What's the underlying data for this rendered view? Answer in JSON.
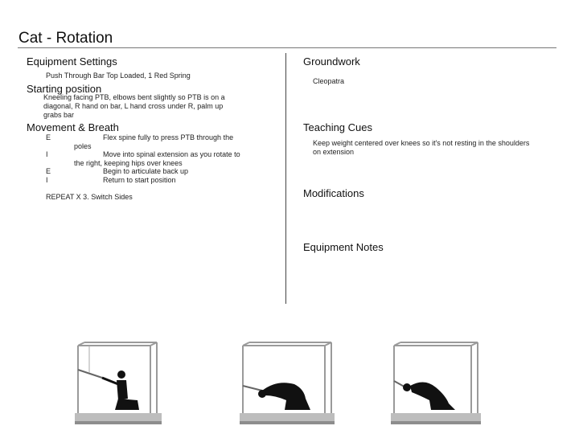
{
  "page": {
    "title": "Cat - Rotation"
  },
  "left": {
    "equipment_settings": {
      "heading": "Equipment Settings",
      "text": "Push Through Bar Top Loaded, 1 Red Spring"
    },
    "starting_position": {
      "heading": "Starting position",
      "lines": [
        "Kneeling facing PTB, elbows bent slightly so PTB is on a",
        "diagonal, R hand on bar, L hand cross under R, palm up",
        "grabs bar"
      ]
    },
    "movement": {
      "heading": "Movement & Breath",
      "steps": [
        {
          "breath": "E",
          "lines": [
            "Flex spine fully to press PTB through the",
            "poles"
          ]
        },
        {
          "breath": "I",
          "lines": [
            "Move into spinal extension as you rotate to",
            "the right, keeping hips over knees"
          ]
        },
        {
          "breath": "E",
          "lines": [
            "Begin to articulate back up"
          ]
        },
        {
          "breath": "I",
          "lines": [
            "Return to start position"
          ]
        }
      ],
      "repeat": "REPEAT X 3. Switch Sides"
    }
  },
  "right": {
    "groundwork": {
      "heading": "Groundwork",
      "text": "Cleopatra"
    },
    "teaching_cues": {
      "heading": "Teaching Cues",
      "lines": [
        "Keep weight centered over knees so it's not resting in the shoulders",
        "on extension"
      ]
    },
    "modifications": {
      "heading": "Modifications"
    },
    "equipment_notes": {
      "heading": "Equipment Notes"
    }
  },
  "photos": [
    {
      "name": "photo-start-position"
    },
    {
      "name": "photo-spinal-extension"
    },
    {
      "name": "photo-rotation"
    }
  ]
}
